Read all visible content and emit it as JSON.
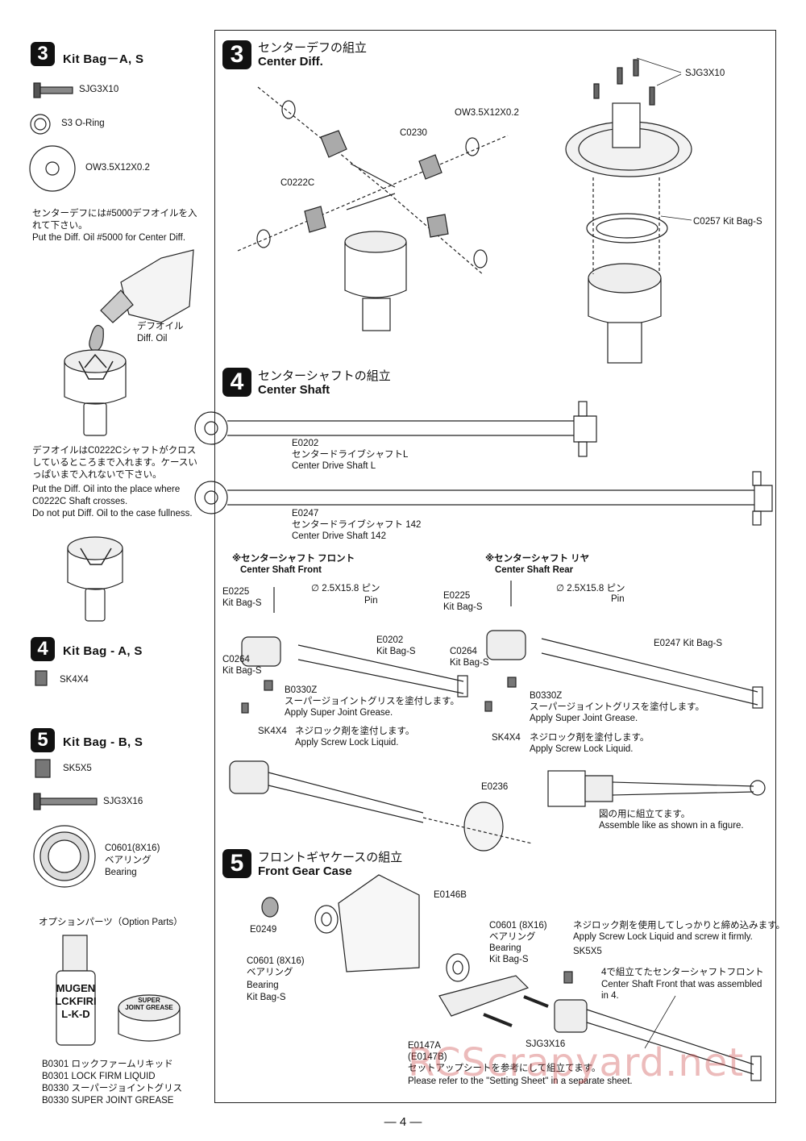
{
  "sidebar": {
    "step3": {
      "number": "3",
      "title": "Kit Bag－A, S",
      "parts": [
        "SJG3X10",
        "S3 O-Ring",
        "OW3.5X12X0.2"
      ],
      "note_jp": "センターデフには#5000デフオイルを入れて下さい。",
      "note_en": "Put the Diff. Oil #5000 for Center Diff.",
      "oil_label_jp": "デフオイル",
      "oil_label_en": "Diff. Oil",
      "fill_note_jp": "デフオイルはC0222Cシャフトがクロスしているところまで入れます。ケースいっぱいまで入れないで下さい。",
      "fill_note_en_1": "Put the Diff. Oil into the place where",
      "fill_note_en_2": "C0222C Shaft crosses.",
      "fill_note_en_3": "Do not put Diff. Oil to the case fullness."
    },
    "step4": {
      "number": "4",
      "title": "Kit Bag - A, S",
      "parts": [
        "SK4X4"
      ]
    },
    "step5": {
      "number": "5",
      "title": "Kit Bag - B, S",
      "parts": [
        "SK5X5",
        "SJG3X16"
      ],
      "bearing_code": "C0601(8X16)",
      "bearing_jp": "ベアリング",
      "bearing_en": "Bearing"
    },
    "options": {
      "title": "オプションパーツ（Option Parts）",
      "bottle_text": [
        "MUGEN",
        "LCKFIRI",
        "L-K-D"
      ],
      "jar_text": [
        "SUPER",
        "JOINT GREASE"
      ],
      "lines": [
        "B0301 ロックファームリキッド",
        "B0301 LOCK FIRM LIQUID",
        "B0330 スーパージョイントグリス",
        "B0330 SUPER JOINT GREASE"
      ]
    }
  },
  "main": {
    "step3": {
      "number": "3",
      "title_jp": "センターデフの組立",
      "title_en": "Center Diff.",
      "labels": {
        "washer": "OW3.5X12X0.2",
        "gear": "C0230",
        "shaft": "C0222C",
        "screw": "SJG3X10",
        "gasket": "C0257 Kit Bag-S"
      }
    },
    "step4": {
      "number": "4",
      "title_jp": "センターシャフトの組立",
      "title_en": "Center Shaft",
      "shaft_l": {
        "code": "E0202",
        "jp": "センタードライブシャフトL",
        "en": "Center Drive Shaft L"
      },
      "shaft_142": {
        "code": "E0247",
        "jp": "センタードライブシャフト 142",
        "en": "Center Drive Shaft 142"
      },
      "front": {
        "title_jp": "※センターシャフト フロント",
        "title_en": "Center Shaft Front",
        "pin": "∅ 2.5X15.8 ピン",
        "pin_en": "Pin",
        "part_a_code": "E0225",
        "part_a_bag": "Kit Bag-S",
        "part_b_code": "C0264",
        "part_b_bag": "Kit Bag-S",
        "shaft_code": "E0202",
        "shaft_bag": "Kit Bag-S",
        "joint": "B0330Z",
        "grease_jp": "スーパージョイントグリスを塗付します。",
        "grease_en": "Apply Super Joint Grease.",
        "screw": "SK4X4",
        "lock_jp": "ネジロック剤を塗付します。",
        "lock_en": "Apply Screw Lock Liquid."
      },
      "rear": {
        "title_jp": "※センターシャフト リヤ",
        "title_en": "Center Shaft Rear",
        "pin": "∅ 2.5X15.8 ピン",
        "pin_en": "Pin",
        "part_a_code": "E0225",
        "part_a_bag": "Kit Bag-S",
        "part_b_code": "C0264",
        "part_b_bag": "Kit Bag-S",
        "shaft_code": "E0247 Kit Bag-S",
        "joint": "B0330Z",
        "grease_jp": "スーパージョイントグリスを塗付します。",
        "grease_en": "Apply Super Joint Grease.",
        "screw": "SK4X4",
        "lock_jp": "ネジロック剤を塗付します。",
        "lock_en": "Apply Screw Lock Liquid."
      },
      "boot": {
        "code": "E0236",
        "note_jp": "図の用に組立てます。",
        "note_en": "Assemble like as shown in a figure."
      }
    },
    "step5": {
      "number": "5",
      "title_jp": "フロントギヤケースの組立",
      "title_en": "Front Gear Case",
      "case": "E0146B",
      "pinion": "E0249",
      "bearing_left": [
        "C0601 (8X16)",
        "ベアリング",
        "Bearing",
        "Kit Bag-S"
      ],
      "bearing_right": [
        "C0601 (8X16)",
        "ベアリング",
        "Bearing",
        "Kit Bag-S"
      ],
      "lock_jp": "ネジロック剤を使用してしっかりと締め込みます。",
      "lock_en": "Apply Screw Lock Liquid and screw it firmly.",
      "setscrew": "SK5X5",
      "assembled_jp": "4で組立てたセンターシャフトフロント",
      "assembled_en_1": "Center Shaft Front that was assembled",
      "assembled_en_2": "in 4.",
      "screw": "SJG3X16",
      "plate_code": "E0147A",
      "plate_code_alt": "(E0147B)",
      "setting_jp": "セットアップシートを参考にして組立てます。",
      "setting_en": "Please refer to the \"Setting Sheet\" in a separate sheet."
    }
  },
  "page_number": "— 4 —",
  "watermark": "RCScrapyard.net"
}
